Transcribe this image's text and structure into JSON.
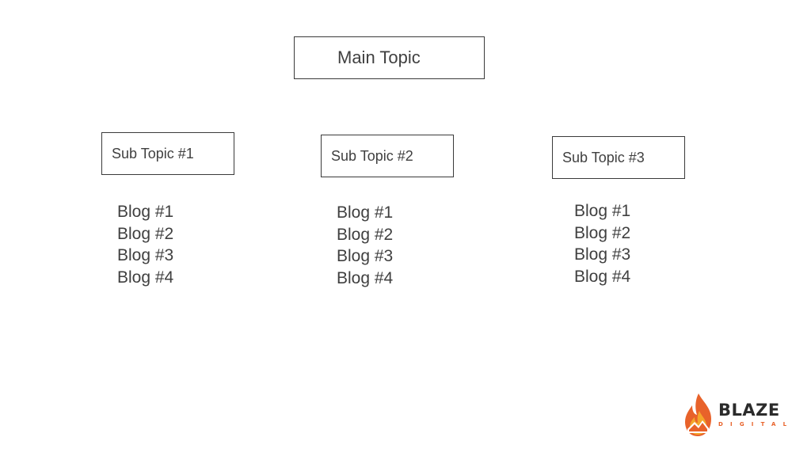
{
  "main_topic": {
    "label": "Main Topic"
  },
  "columns": [
    {
      "sub_topic": "Sub Topic #1",
      "blogs": [
        "Blog #1",
        "Blog #2",
        "Blog #3",
        "Blog #4"
      ]
    },
    {
      "sub_topic": "Sub Topic #2",
      "blogs": [
        "Blog #1",
        "Blog #2",
        "Blog #3",
        "Blog #4"
      ]
    },
    {
      "sub_topic": "Sub Topic #3",
      "blogs": [
        "Blog #1",
        "Blog #2",
        "Blog #3",
        "Blog #4"
      ]
    }
  ],
  "logo": {
    "word": "BLAZE",
    "sub": "DIGITAL",
    "icon": "flame-icon",
    "colors": {
      "primary": "#e8622a",
      "secondary": "#f4a62a",
      "text": "#2b2b2b"
    }
  }
}
